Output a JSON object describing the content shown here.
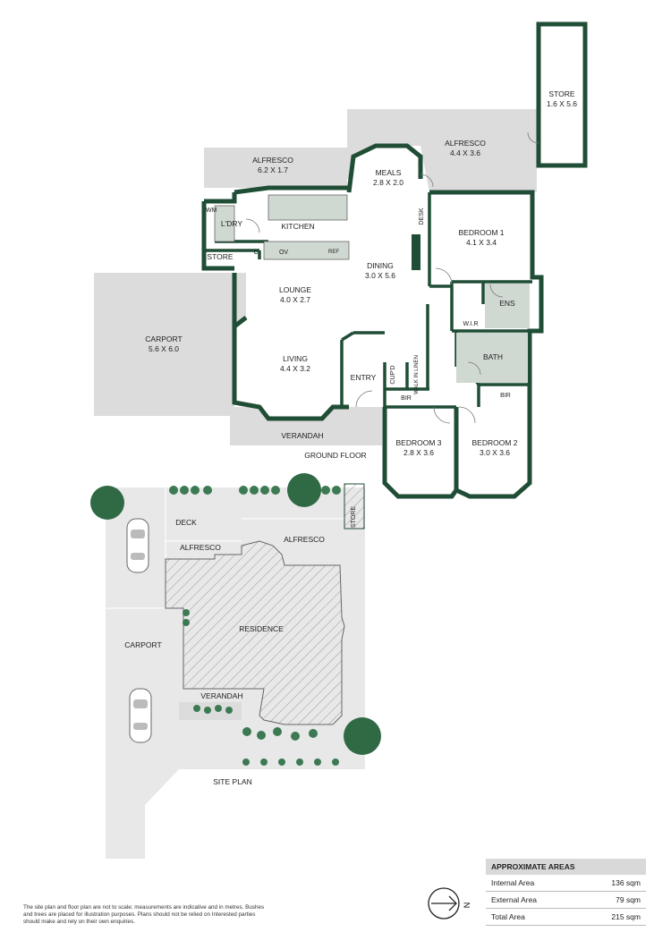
{
  "colors": {
    "wall": "#1f4d35",
    "floor": "#dcdcdc",
    "outdoor": "#e8e8e8",
    "tree": "#2f6a45",
    "hatch": "#9a9a9a"
  },
  "floor_plan": {
    "title": "GROUND FLOOR",
    "rooms": {
      "store_top": {
        "name": "STORE",
        "dims": "1.6 X 5.6"
      },
      "alfresco_right": {
        "name": "ALFRESCO",
        "dims": "4.4 X 3.6"
      },
      "alfresco_left": {
        "name": "ALFRESCO",
        "dims": "6.2 X 1.7"
      },
      "meals": {
        "name": "MEALS",
        "dims": "2.8 X 2.0"
      },
      "laundry": {
        "name": "L'DRY"
      },
      "kitchen": {
        "name": "KITCHEN"
      },
      "store_small": {
        "name": "STORE"
      },
      "c": {
        "name": "C"
      },
      "ov": {
        "name": "OV"
      },
      "ref": {
        "name": "REF"
      },
      "wm": {
        "name": "WM"
      },
      "desk": {
        "name": "DESK"
      },
      "dining": {
        "name": "DINING",
        "dims": "3.0 X 5.6"
      },
      "bedroom1": {
        "name": "BEDROOM 1",
        "dims": "4.1 X 3.4"
      },
      "lounge": {
        "name": "LOUNGE",
        "dims": "4.0 X 2.7"
      },
      "carport": {
        "name": "CARPORT",
        "dims": "5.6 X 6.0"
      },
      "ens": {
        "name": "ENS"
      },
      "wir": {
        "name": "W.I.R"
      },
      "living": {
        "name": "LIVING",
        "dims": "4.4 X 3.2"
      },
      "bath": {
        "name": "BATH"
      },
      "cupd": {
        "name": "CUP'D"
      },
      "walk_in_linen": {
        "name": "WALK IN LINEN"
      },
      "entry": {
        "name": "ENTRY"
      },
      "bir1": {
        "name": "BIR"
      },
      "bir2": {
        "name": "BIR"
      },
      "verandah": {
        "name": "VERANDAH"
      },
      "bedroom3": {
        "name": "BEDROOM 3",
        "dims": "2.8 X 3.6"
      },
      "bedroom2": {
        "name": "BEDROOM 2",
        "dims": "3.0 X 3.6"
      }
    }
  },
  "site_plan": {
    "title": "SITE PLAN",
    "labels": {
      "deck": "DECK",
      "store": "STORE",
      "alfresco1": "ALFRESCO",
      "alfresco2": "ALFRESCO",
      "residence": "RESIDENCE",
      "carport": "CARPORT",
      "verandah": "VERANDAH"
    }
  },
  "areas": {
    "title": "APPROXIMATE AREAS",
    "rows": [
      {
        "label": "Internal Area",
        "value": "136 sqm"
      },
      {
        "label": "External Area",
        "value": "79 sqm"
      },
      {
        "label": "Total Area",
        "value": "215 sqm"
      }
    ]
  },
  "compass": {
    "label": "N",
    "icon": "north-arrow-icon"
  },
  "disclaimer": "The site plan and floor plan are not to scale; measurements are indicative and in metres. Bushes and trees are placed for illustration purposes. Plans should not be relied on Interested parties should make and rely on their own enquiries."
}
